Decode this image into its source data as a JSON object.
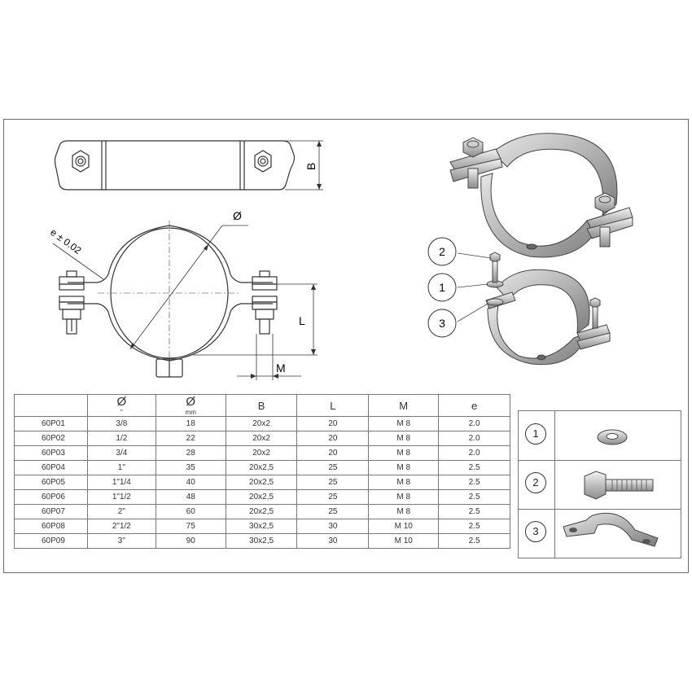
{
  "drawing": {
    "dim_B": "B",
    "dim_diameter": "Ø",
    "dim_e": "e ± 0.02",
    "dim_L": "L",
    "dim_M": "M",
    "callouts": [
      "2",
      "1",
      "3"
    ]
  },
  "table": {
    "headers": [
      {
        "label": "",
        "unit": ""
      },
      {
        "label": "Ø",
        "unit": "\""
      },
      {
        "label": "Ø",
        "unit": "mm"
      },
      {
        "label": "B",
        "unit": ""
      },
      {
        "label": "L",
        "unit": ""
      },
      {
        "label": "M",
        "unit": ""
      },
      {
        "label": "e",
        "unit": ""
      }
    ],
    "rows": [
      [
        "60P01",
        "3/8",
        "18",
        "20x2",
        "20",
        "M 8",
        "2.0"
      ],
      [
        "60P02",
        "1/2",
        "22",
        "20x2",
        "20",
        "M 8",
        "2.0"
      ],
      [
        "60P03",
        "3/4",
        "28",
        "20x2",
        "20",
        "M 8",
        "2.0"
      ],
      [
        "60P04",
        "1\"",
        "35",
        "20x2,5",
        "25",
        "M 8",
        "2.5"
      ],
      [
        "60P05",
        "1\"1/4",
        "40",
        "20x2,5",
        "25",
        "M 8",
        "2.5"
      ],
      [
        "60P06",
        "1\"1/2",
        "48",
        "20x2,5",
        "25",
        "M 8",
        "2.5"
      ],
      [
        "60P07",
        "2\"",
        "60",
        "20x2,5",
        "25",
        "M 8",
        "2.5"
      ],
      [
        "60P08",
        "2\"1/2",
        "75",
        "30x2,5",
        "30",
        "M 10",
        "2.5"
      ],
      [
        "60P09",
        "3\"",
        "90",
        "30x2,5",
        "30",
        "M 10",
        "2.5"
      ]
    ]
  },
  "parts": [
    {
      "number": "1",
      "icon": "washer-icon"
    },
    {
      "number": "2",
      "icon": "hex-bolt-icon"
    },
    {
      "number": "3",
      "icon": "half-clamp-icon"
    }
  ]
}
